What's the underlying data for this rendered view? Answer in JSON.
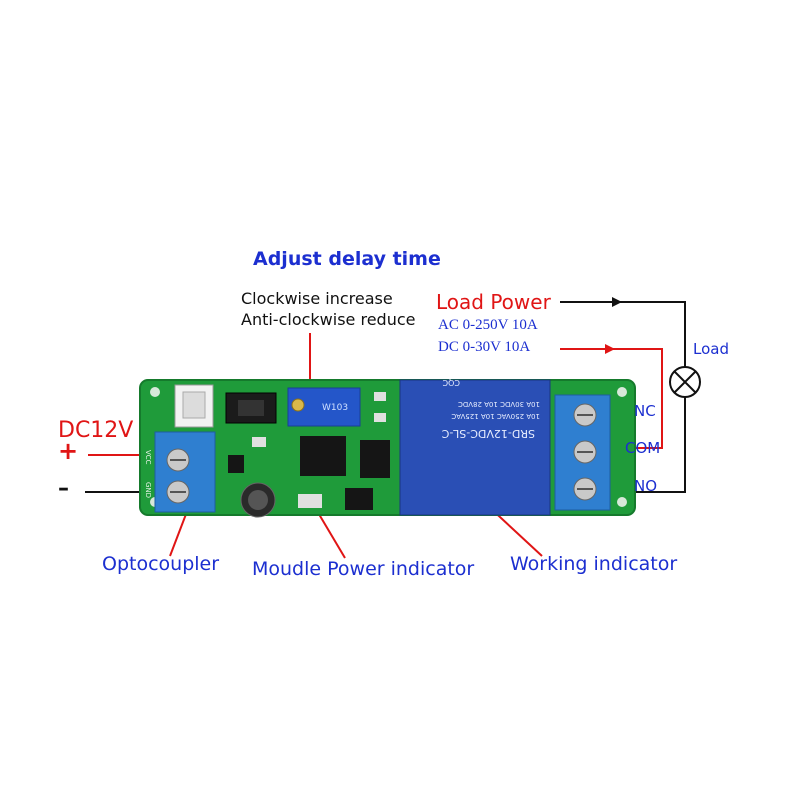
{
  "labels": {
    "adjust_delay": "Adjust delay time",
    "clockwise": "Clockwise increase",
    "anticlockwise": "Anti-clockwise reduce",
    "load_power": "Load Power",
    "ac_spec": "AC 0-250V  10A",
    "dc_spec": "DC  0-30V  10A",
    "load": "Load",
    "dc12v": "DC12V",
    "plus": "+",
    "minus": "–",
    "optocoupler": "Optocoupler",
    "power_indicator": "Moudle Power indicator",
    "working_indicator": "Working indicator",
    "nc": "NC",
    "com": "COM",
    "no": "NO"
  },
  "board": {
    "relay_model": "SRD-12VDC-SL-C",
    "relay_rating_1": "10A  250VAC  10A  125VAC",
    "relay_rating_2": "10A  30VDC  10A  28VDC",
    "relay_mark": "CQC",
    "vcc": "VCC",
    "gnd": "GND",
    "pot_text": "W103"
  },
  "colors": {
    "pcb": "#1f9b3a",
    "relay": "#2a4fb5",
    "terminal": "#2f7fd0",
    "label_blue": "#1c2fd0",
    "label_red": "#e01515"
  }
}
